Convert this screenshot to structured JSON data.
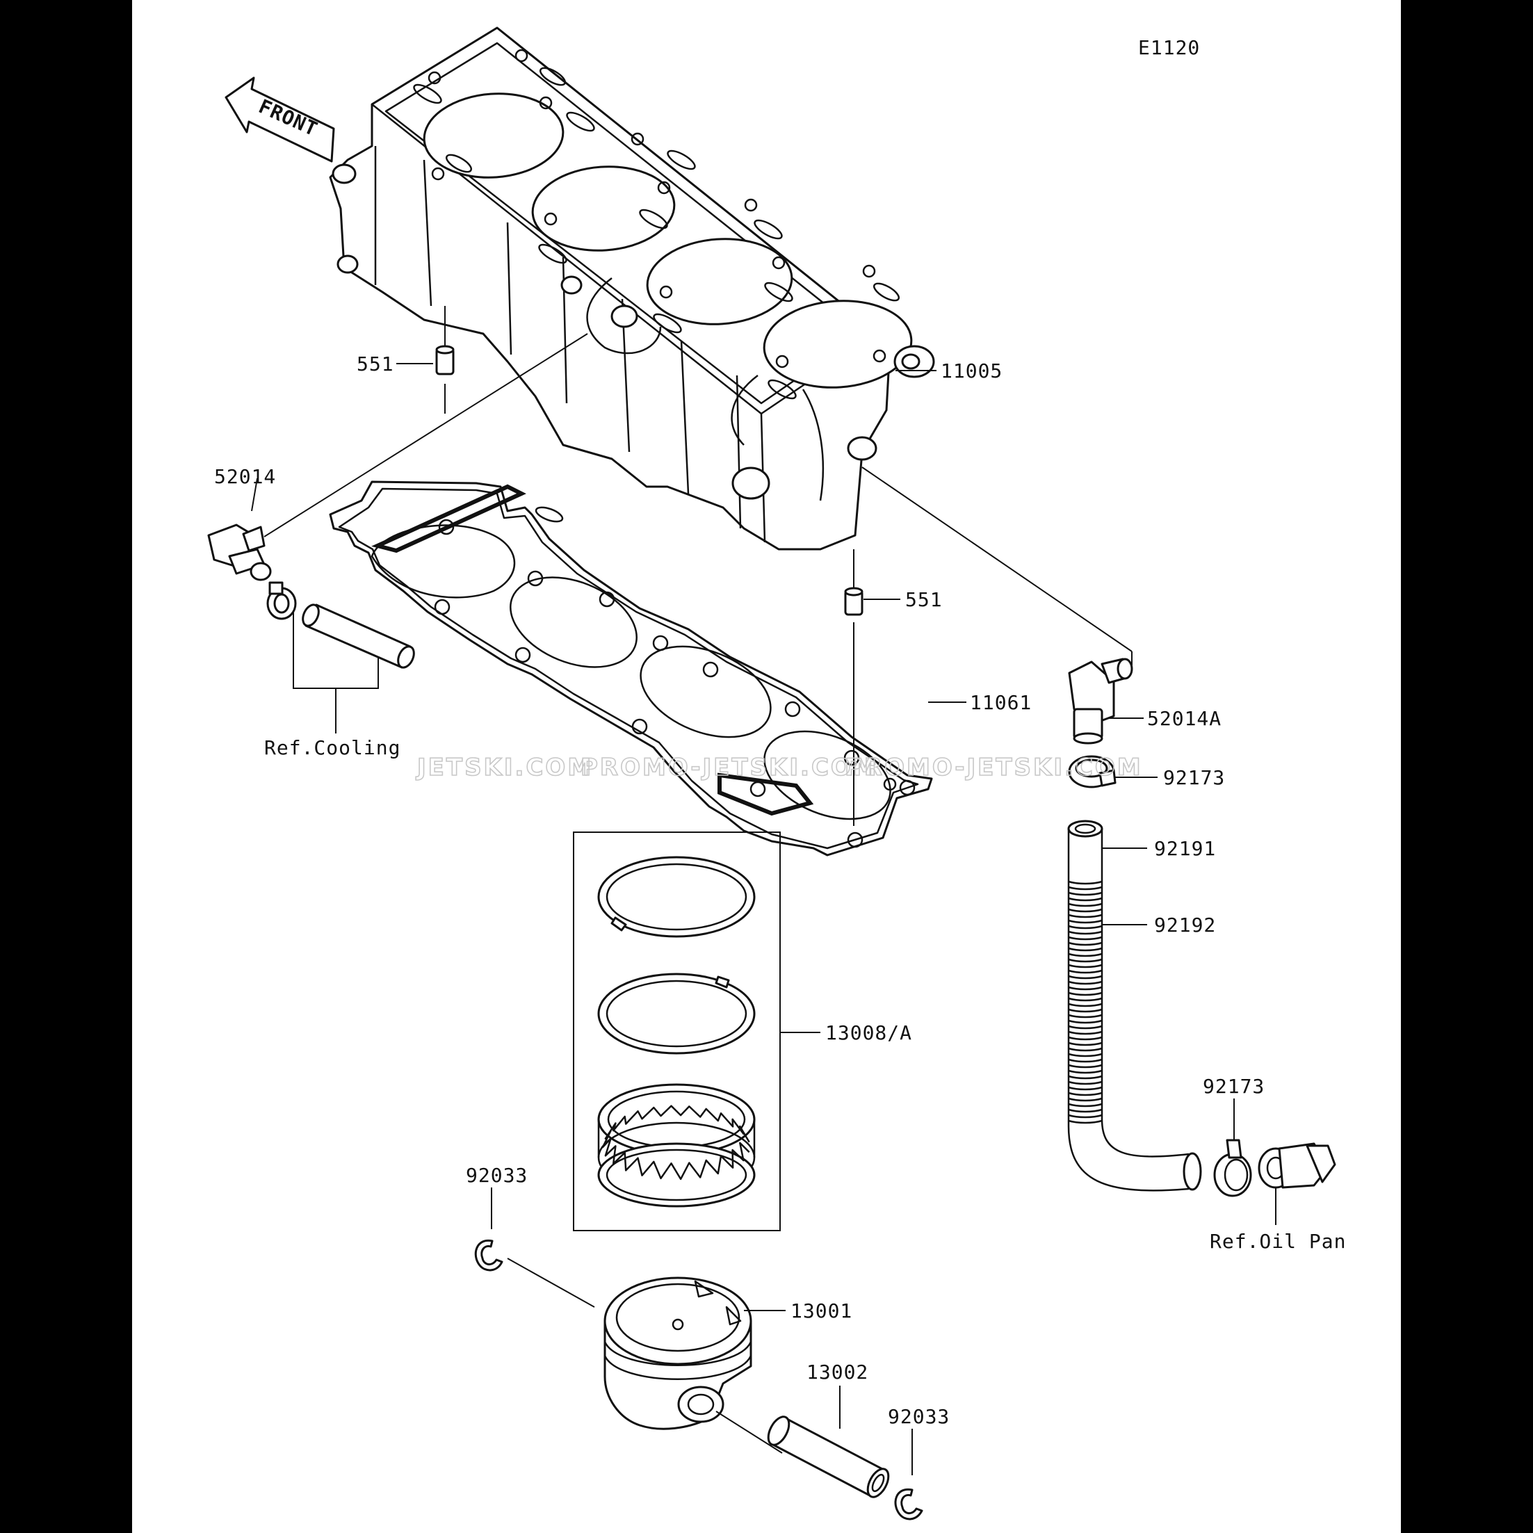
{
  "diagram_code": "E1120",
  "front_arrow": {
    "label": "FRONT"
  },
  "watermarks": [
    "JETSKI.COM",
    "PROMO-JETSKI.COM",
    "PROMO-JETSKI.COM"
  ],
  "callouts": {
    "p11005": "11005",
    "p551_top": "551",
    "p551_bottom": "551",
    "p52014": "52014",
    "p52014A": "52014A",
    "p11061": "11061",
    "p92173_top": "92173",
    "p92191": "92191",
    "p92192": "92192",
    "p13008A": "13008/A",
    "p92173_bottom": "92173",
    "p92033_left": "92033",
    "p13001": "13001",
    "p13002": "13002",
    "p92033_right": "92033"
  },
  "references": {
    "cooling": "Ref.Cooling",
    "oil_pan": "Ref.Oil Pan"
  },
  "colors": {
    "line": "#111111",
    "paper": "#ffffff",
    "background": "#000000",
    "watermark": "#c8c8c8"
  }
}
